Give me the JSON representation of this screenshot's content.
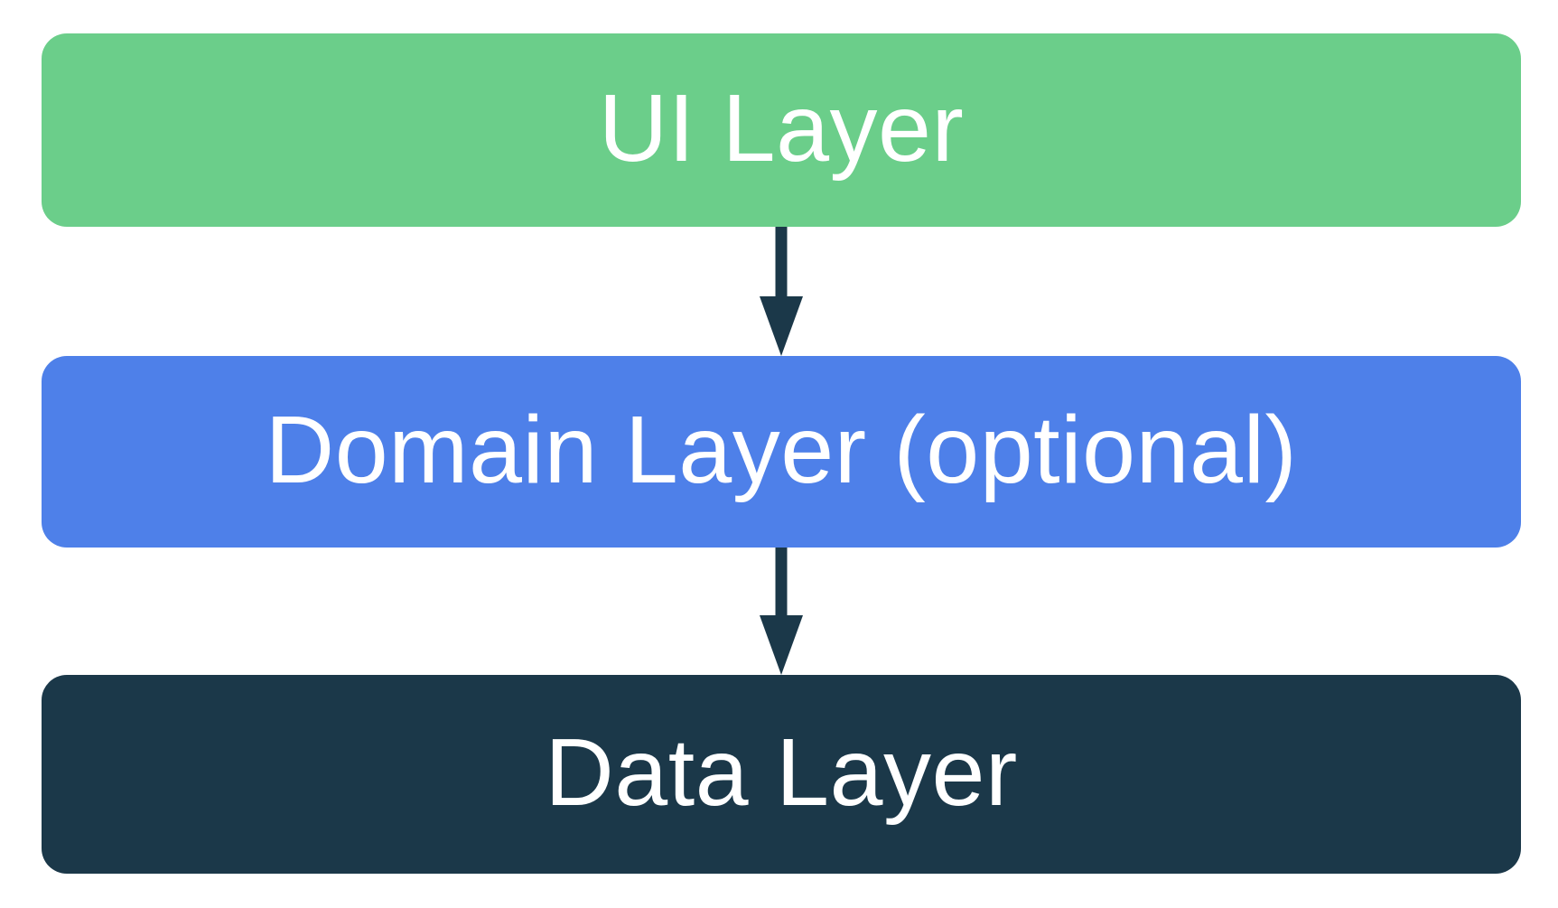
{
  "diagram": {
    "type": "layered-architecture",
    "background_color": "#FFFFFF",
    "text_color": "#FFFFFF",
    "arrow_color": "#1B3849",
    "layers": [
      {
        "id": "ui",
        "label": "UI Layer",
        "color": "#6BCE8A"
      },
      {
        "id": "domain",
        "label": "Domain Layer (optional)",
        "color": "#4E80E9"
      },
      {
        "id": "data",
        "label": "Data Layer",
        "color": "#1B3849"
      }
    ],
    "connections": [
      {
        "from": "ui",
        "to": "domain",
        "direction": "down"
      },
      {
        "from": "domain",
        "to": "data",
        "direction": "down"
      }
    ]
  }
}
